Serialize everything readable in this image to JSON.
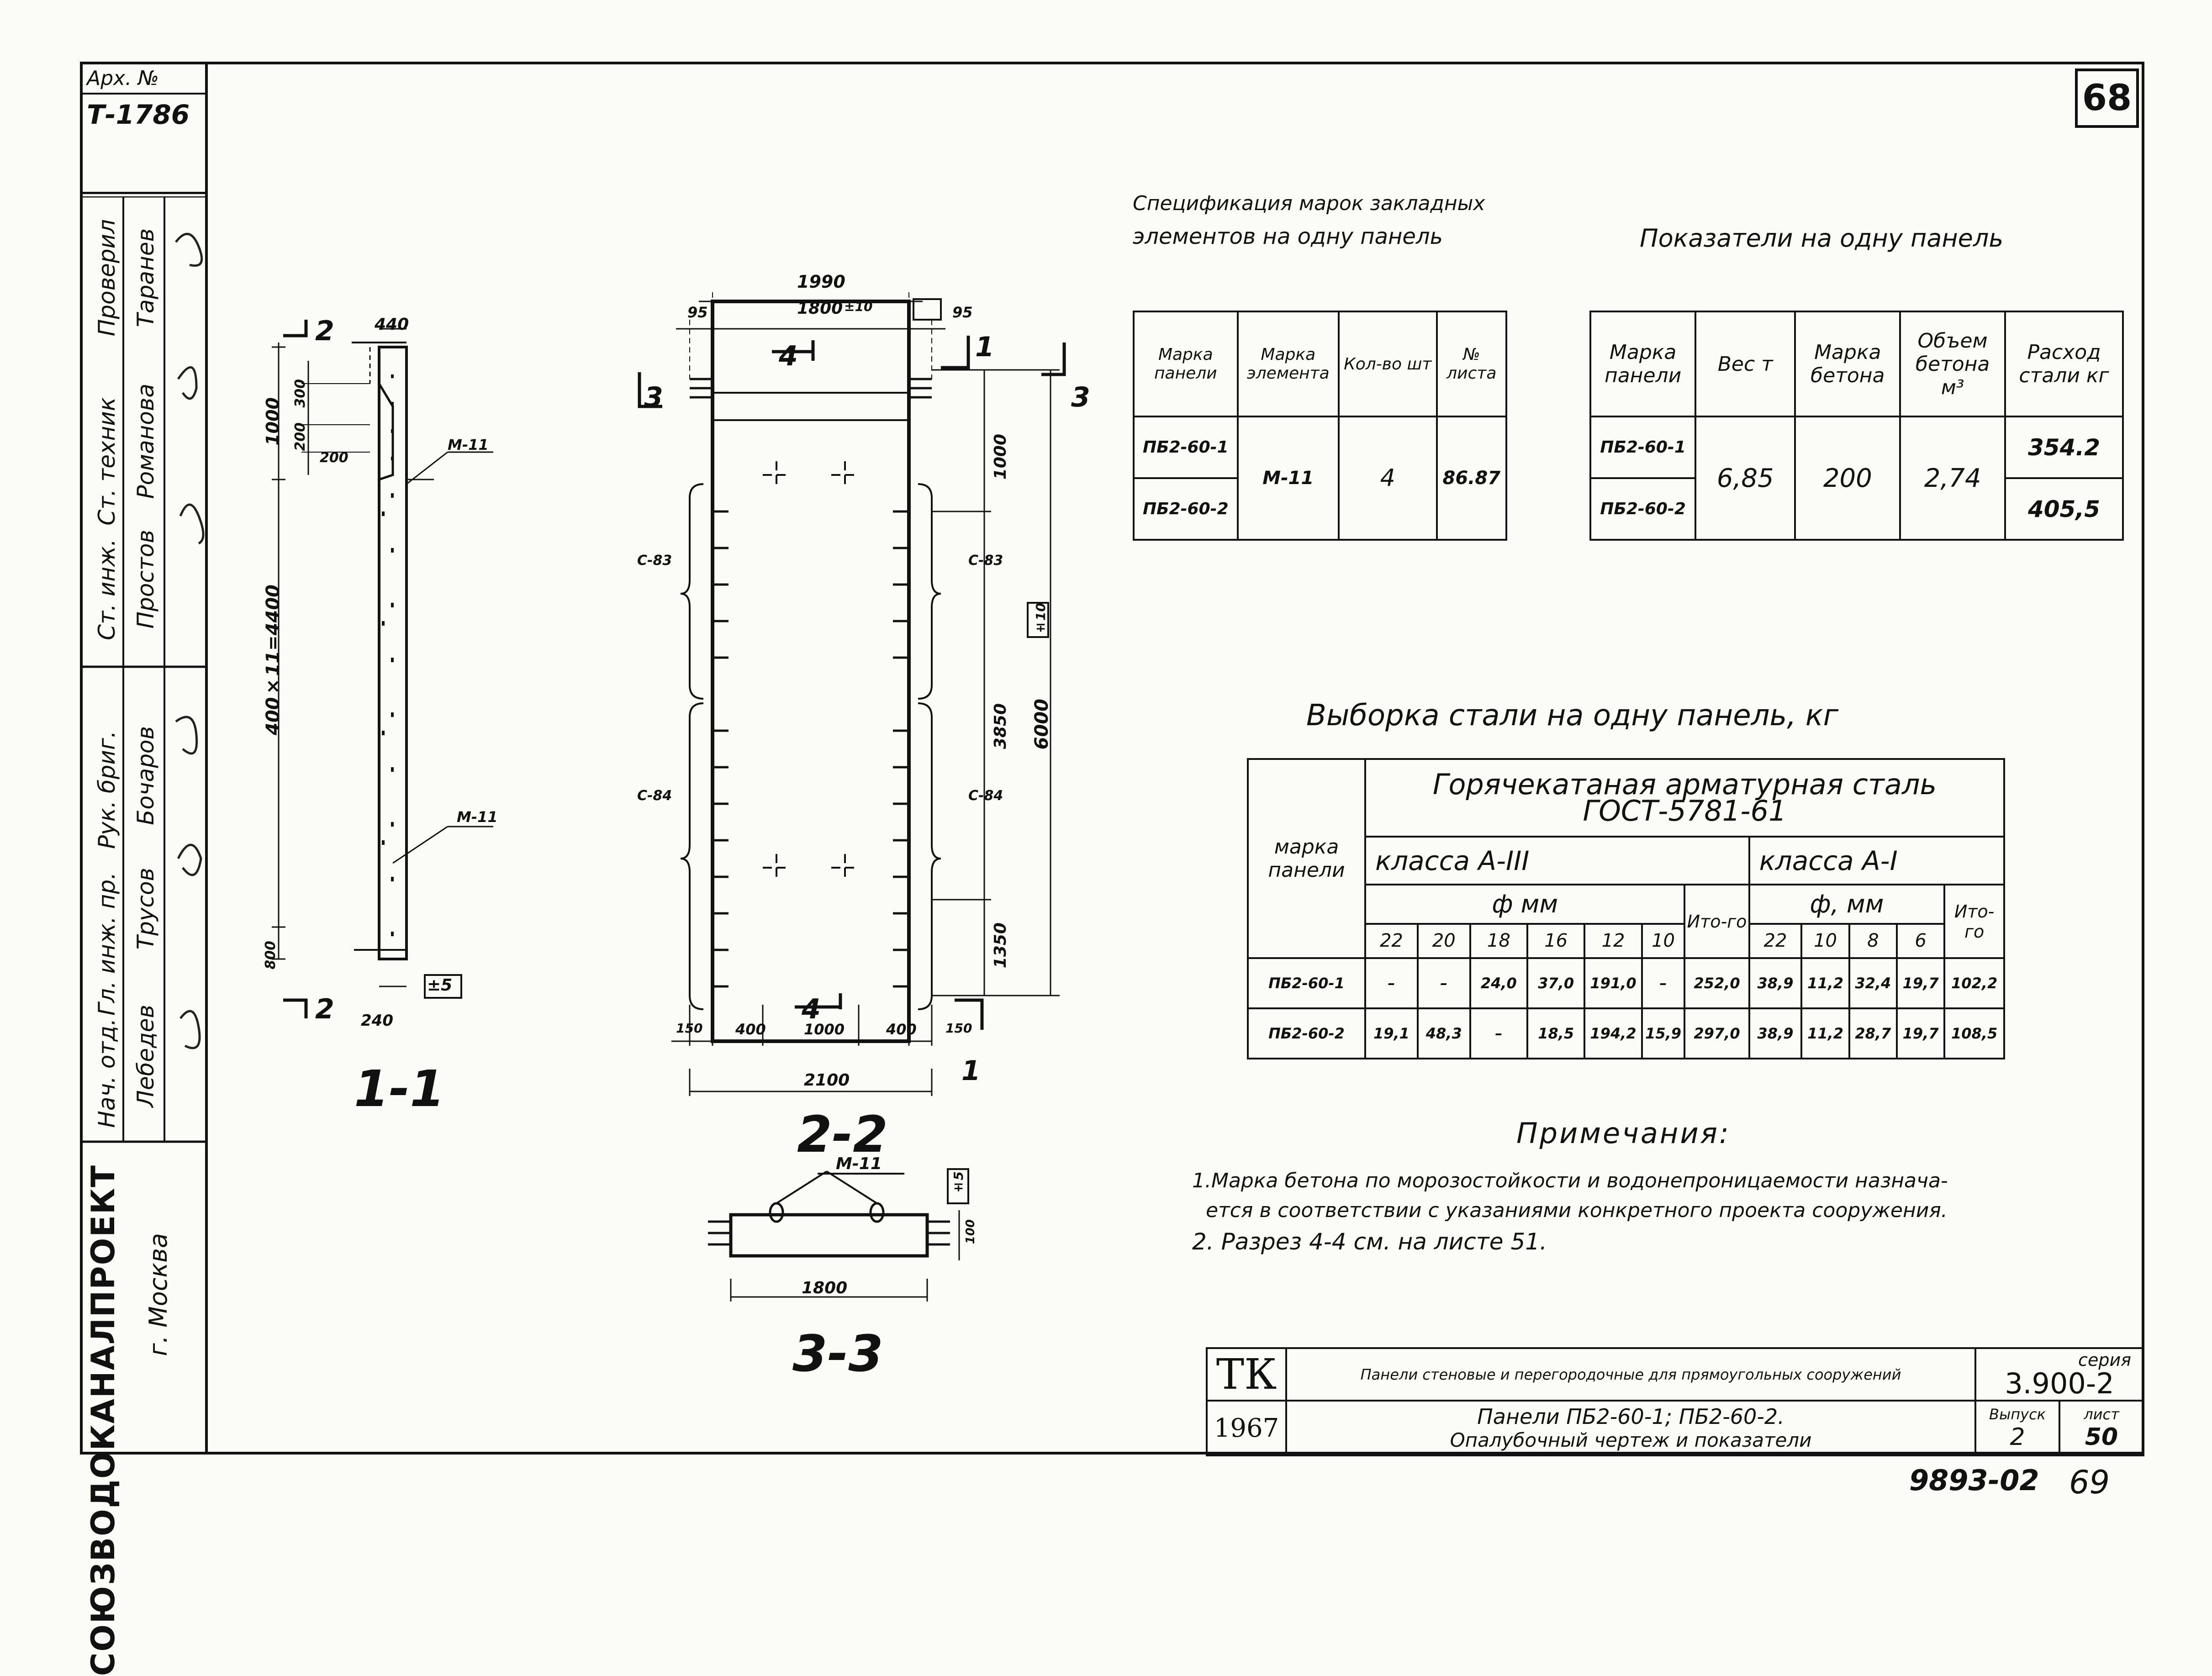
{
  "sheet_number": "68",
  "stamp": {
    "arch_no_label": "Арх. №",
    "arch_no": "Т-1786",
    "names": [
      "Простов",
      "Романова",
      "Таранев",
      "Лебедев",
      "Трусов",
      "Бочаров"
    ],
    "roles": [
      "Ст. инж.",
      "Ст. техник",
      "Проверил",
      "Нач. отд.",
      "Гл. инж. пр.",
      "Рук. бриг."
    ],
    "org": "СОЮЗВОДОКАНАЛПРОЕКТ",
    "city": "г. Москва"
  },
  "section_labels": {
    "s11": "1-1",
    "s22": "2-2",
    "s33": "3-3"
  },
  "dims": {
    "d1990": "1990",
    "d1800": "1800",
    "tol10": "±10",
    "d95a": "95",
    "d95b": "95",
    "d1000a": "1000",
    "d1000b": "1000",
    "d3850": "3850",
    "d6000": "6000",
    "d1350": "1350",
    "d150a": "150",
    "d400a": "400",
    "d1000c": "1000",
    "d400b": "400",
    "d150b": "150",
    "d2100": "2100",
    "d440": "440",
    "d300": "300",
    "d200a": "200",
    "d200b": "200",
    "d400x11": "400×11=4400",
    "d800": "800",
    "d240": "240",
    "tol5": "±5",
    "d1800b": "1800",
    "d100": "100",
    "m11": "M-11",
    "c83": "C-83",
    "c84": "C-84",
    "cut2": "2",
    "cut1": "1",
    "cut3": "3",
    "cut4": "4"
  },
  "spec_title": [
    "Спецификация марок закладных",
    "элементов на одну панель"
  ],
  "spec_headers": [
    "Марка панели",
    "Марка элемента",
    "Кол-во шт",
    "№ листа"
  ],
  "spec_rows": [
    [
      "ПБ2-60-1",
      "М-11",
      "4",
      "86.87"
    ],
    [
      "ПБ2-60-2",
      "",
      "",
      ""
    ]
  ],
  "ind_title": "Показатели на одну панель",
  "ind_headers": [
    "Марка панели",
    "Вес т",
    "Марка бетона",
    "Объем бетона м³",
    "Расход стали кг"
  ],
  "ind_rows": [
    [
      "ПБ2-60-1",
      "6,85",
      "200",
      "2,74",
      "354.2"
    ],
    [
      "ПБ2-60-2",
      "",
      "",
      "",
      "405,5"
    ]
  ],
  "steel_title": "Выборка стали на одну панель, кг",
  "steel": {
    "h_main": "Горячекатаная арматурная сталь ГОСТ-5781-61",
    "h_panel": "марка панели",
    "h_a3": "класса А-III",
    "h_a1": "класса А-I",
    "h_d": "ф мм",
    "h_d2": "ф, мм",
    "h_total": "Ито-го",
    "a3_cols": [
      "22",
      "20",
      "18",
      "16",
      "12",
      "10"
    ],
    "a1_cols": [
      "22",
      "10",
      "8",
      "6"
    ],
    "rows": [
      [
        "ПБ2-60-1",
        "–",
        "–",
        "24,0",
        "37,0",
        "191,0",
        "–",
        "252,0",
        "38,9",
        "11,2",
        "32,4",
        "19,7",
        "102,2"
      ],
      [
        "ПБ2-60-2",
        "19,1",
        "48,3",
        "–",
        "18,5",
        "194,2",
        "15,9",
        "297,0",
        "38,9",
        "11,2",
        "28,7",
        "19,7",
        "108,5"
      ]
    ]
  },
  "notes_title": "Примечания:",
  "notes": [
    "1.Марка бетона по морозостойкости и водонепроницаемости назнача-",
    "ется в соответствии с указаниями конкретного проекта сооружения.",
    "2. Разрез 4-4 см. на листе 51."
  ],
  "title_block": {
    "tk": "ТК",
    "year": "1967",
    "desc": "Панели стеновые и перегородочные для прямоугольных сооружений",
    "series_label": "серия",
    "series": "3.900-2",
    "name1": "Панели ПБ2-60-1; ПБ2-60-2.",
    "name2": "Опалубочный чертеж и показатели",
    "issue_label": "Выпуск",
    "issue": "2",
    "sheet_label": "лист",
    "sheet": "50"
  },
  "footer_code": "9893-02",
  "footer_page": "69"
}
